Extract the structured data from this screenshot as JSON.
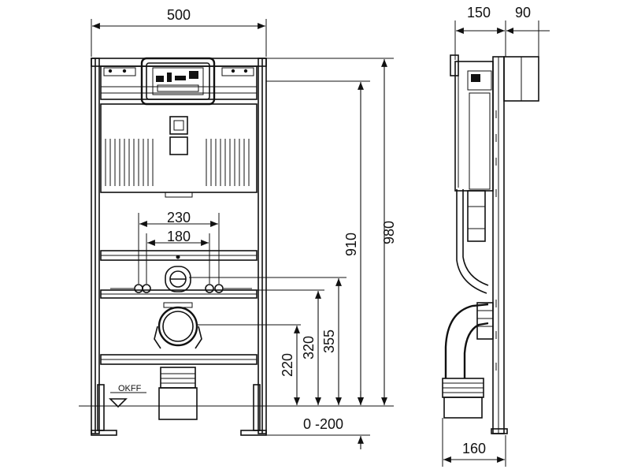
{
  "dimensions": {
    "frame_width": "500",
    "side_depth_a": "150",
    "side_depth_b": "90",
    "side_bottom_depth": "160",
    "height_980": "980",
    "height_910": "910",
    "height_355": "355",
    "height_320": "320",
    "height_220": "220",
    "adjust_range": "0 -200",
    "bolt_spacing_230": "230",
    "bolt_spacing_180": "180"
  },
  "labels": {
    "floor_level": "OKFF"
  }
}
